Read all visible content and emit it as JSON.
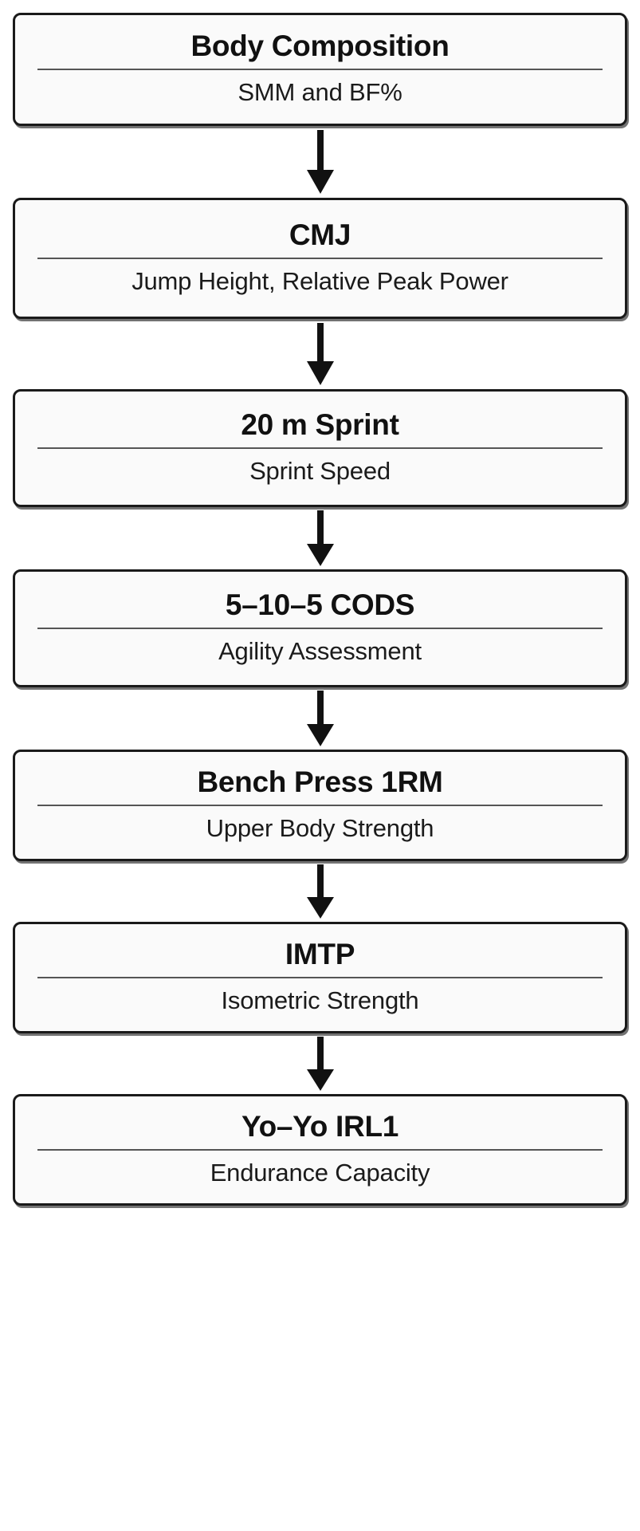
{
  "figure": {
    "type": "vertical-flowchart",
    "orientation": "top-to-bottom",
    "background_color": "#ffffff",
    "node_fill_color": "#fafafa",
    "node_border_color": "#1a1a1a",
    "divider_color": "#555555",
    "arrow_color": "#111111",
    "node_count": 7,
    "arrow_count": 6
  },
  "nodes": [
    {
      "title": "Body Composition",
      "subtitle": "SMM and BF%"
    },
    {
      "title": "CMJ",
      "subtitle": "Jump Height, Relative Peak Power"
    },
    {
      "title": "20 m Sprint",
      "subtitle": "Sprint Speed"
    },
    {
      "title": "5–10–5 CODS",
      "subtitle": "Agility Assessment"
    },
    {
      "title": "Bench Press 1RM",
      "subtitle": "Upper Body Strength"
    },
    {
      "title": "IMTP",
      "subtitle": "Isometric Strength"
    },
    {
      "title": "Yo–Yo IRL1",
      "subtitle": "Endurance Capacity"
    }
  ],
  "connectors": [
    {
      "icon": "arrow-down-icon"
    },
    {
      "icon": "arrow-down-icon"
    },
    {
      "icon": "arrow-down-icon"
    },
    {
      "icon": "arrow-down-icon"
    },
    {
      "icon": "arrow-down-icon"
    },
    {
      "icon": "arrow-down-icon"
    }
  ]
}
